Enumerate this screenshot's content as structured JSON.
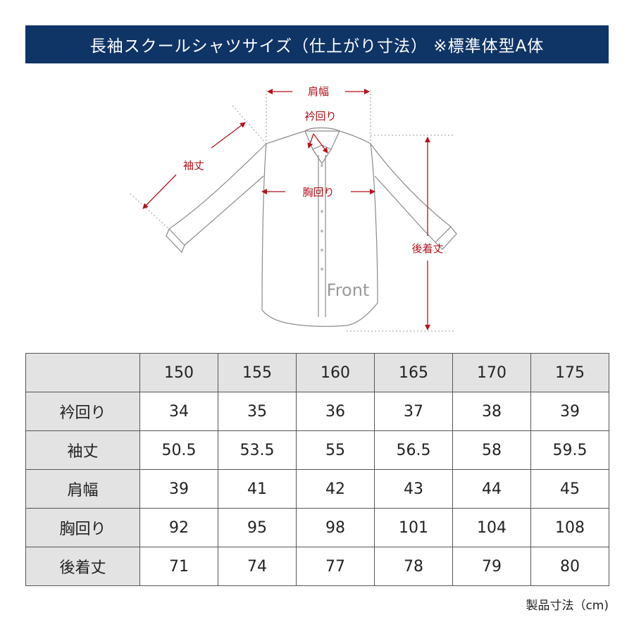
{
  "title": "長袖スクールシャツサイズ（仕上がり寸法） ※標準体型A体",
  "diagram": {
    "labels": {
      "shoulder": "肩幅",
      "collar": "衿回り",
      "sleeve": "袖丈",
      "chest": "胸回り",
      "back_length": "後着丈",
      "front": "Front"
    },
    "colors": {
      "label": "#b5121b",
      "outline": "#8a8a8a"
    }
  },
  "table": {
    "columns": [
      "150",
      "155",
      "160",
      "165",
      "170",
      "175"
    ],
    "rows": [
      {
        "label": "衿回り",
        "values": [
          "34",
          "35",
          "36",
          "37",
          "38",
          "39"
        ]
      },
      {
        "label": "袖丈",
        "values": [
          "50.5",
          "53.5",
          "55",
          "56.5",
          "58",
          "59.5"
        ]
      },
      {
        "label": "肩幅",
        "values": [
          "39",
          "41",
          "42",
          "43",
          "44",
          "45"
        ]
      },
      {
        "label": "胸回り",
        "values": [
          "92",
          "95",
          "98",
          "101",
          "104",
          "108"
        ]
      },
      {
        "label": "後着丈",
        "values": [
          "71",
          "74",
          "77",
          "78",
          "79",
          "80"
        ]
      }
    ]
  },
  "unit_note": "製品寸法（cm)",
  "colors": {
    "title_bg": "#0f3466",
    "header_bg": "#e3e3e3"
  }
}
